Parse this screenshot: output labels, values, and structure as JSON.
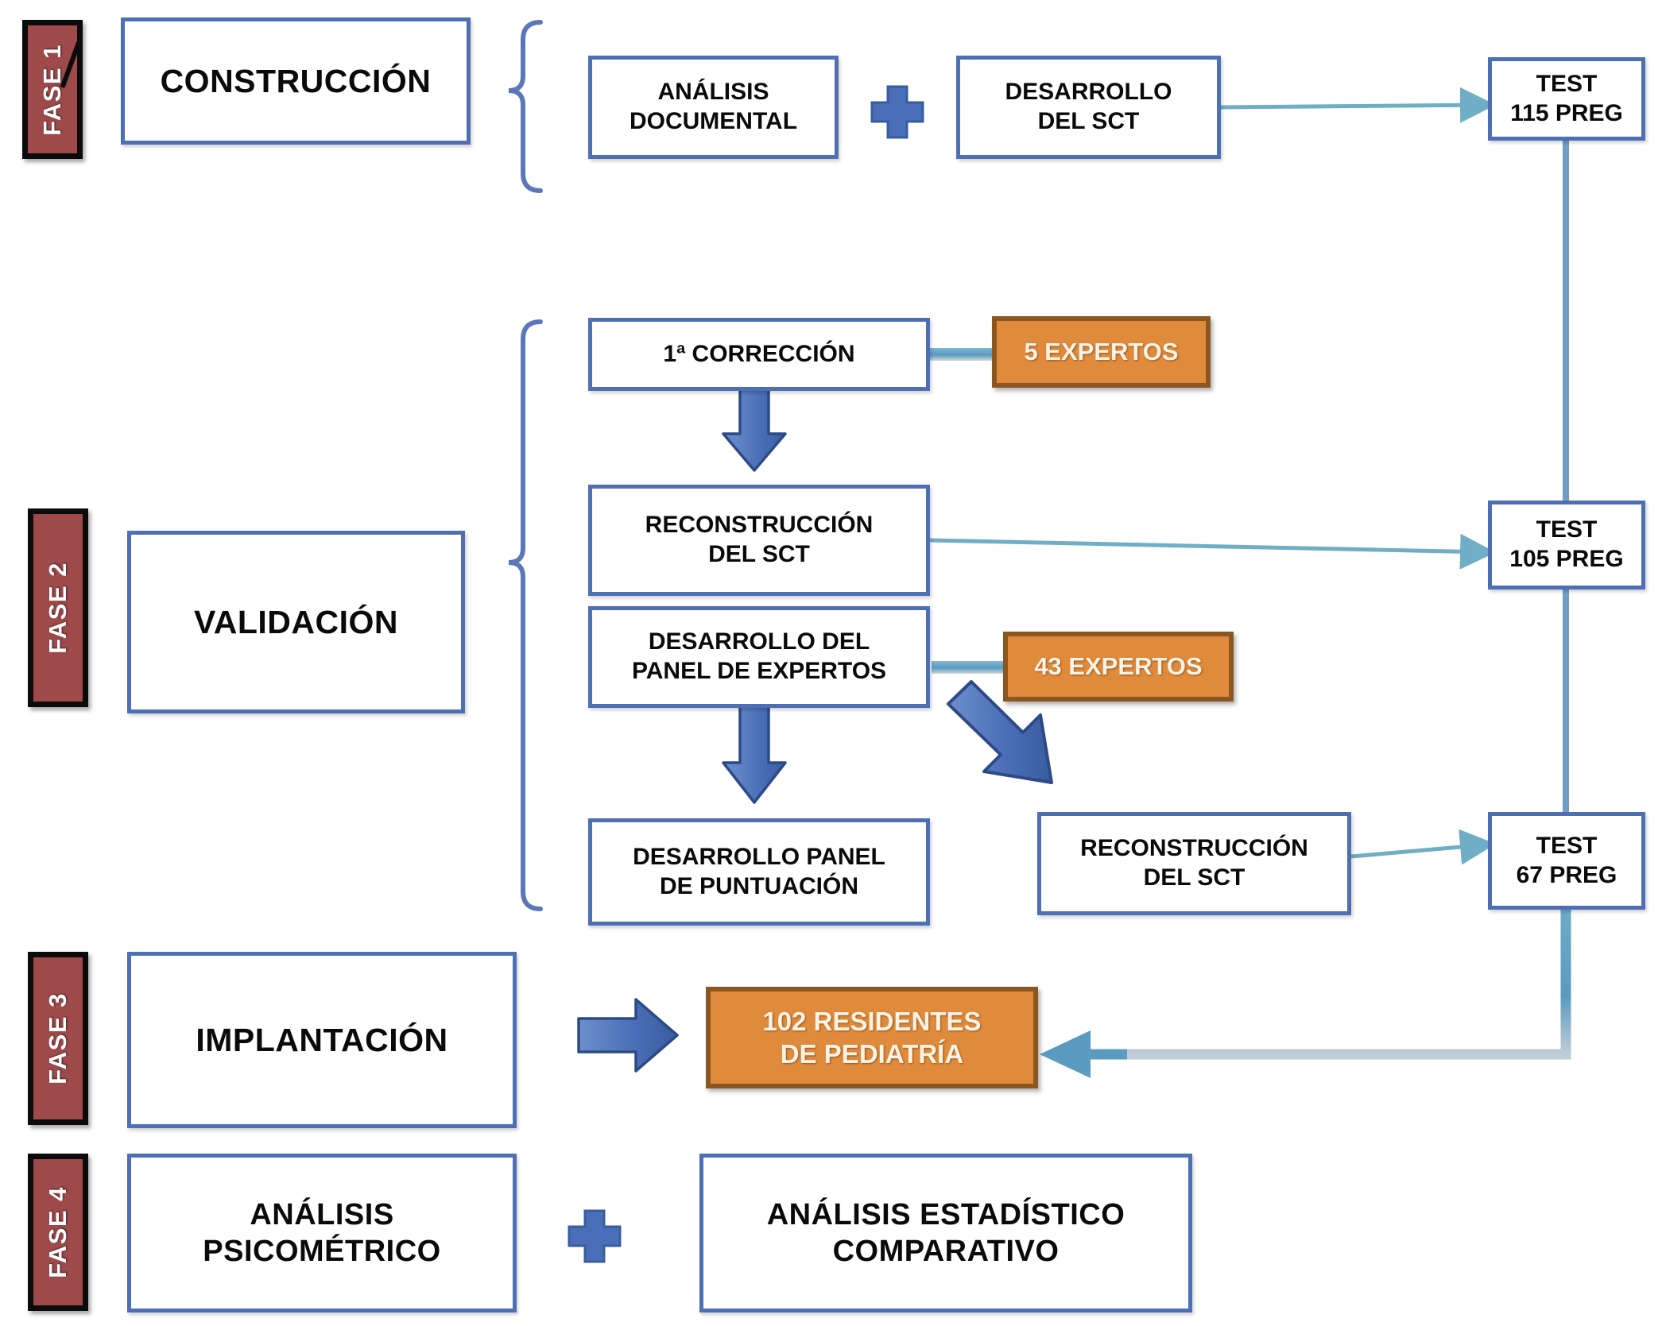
{
  "diagram": {
    "title_present": false,
    "colors": {
      "phase_tab_fill": "#9E4A4B",
      "phase_tab_border": "#0b0b0b",
      "box_border": "#4F6FB5",
      "box_fill": "#FFFFFF",
      "orange_fill": "#E08B3C",
      "orange_border": "#8A5723",
      "connector_teal": "#5B9BBF",
      "connector_thin": "#6FAEC4",
      "arrow_blue_fill": "#4A6FB8",
      "arrow_blue_stroke": "#2E4A86",
      "brace_blue": "#5B77B8",
      "plus_fill": "#4A6FB8"
    }
  },
  "phases": [
    {
      "id": "fase1",
      "label": "FASE 1",
      "title": "CONSTRUCCIÓN",
      "has_slash": true
    },
    {
      "id": "fase2",
      "label": "FASE 2",
      "title": "VALIDACIÓN",
      "has_slash": false
    },
    {
      "id": "fase3",
      "label": "FASE 3",
      "title": "IMPLANTACIÓN",
      "has_slash": false
    },
    {
      "id": "fase4",
      "label": "FASE 4",
      "title": "ANÁLISIS\nPSICOMÉTRICO",
      "has_slash": false
    }
  ],
  "phase1": {
    "tab_label": "FASE 1",
    "title": "CONSTRUCCIÓN",
    "step_analisis_line1": "ANÁLISIS",
    "step_analisis_line2": "DOCUMENTAL",
    "plus_icon": "plus-icon",
    "step_desarrollo_line1": "DESARROLLO",
    "step_desarrollo_line2": "DEL SCT"
  },
  "phase2": {
    "tab_label": "FASE 2",
    "title": "VALIDACIÓN",
    "step_correccion": "1ª CORRECCIÓN",
    "experts_5": "5 EXPERTOS",
    "step_reconstruccion_line1": "RECONSTRUCCIÓN",
    "step_reconstruccion_line2": "DEL SCT",
    "step_panel_line1": "DESARROLLO DEL",
    "step_panel_line2": "PANEL DE EXPERTOS",
    "experts_43": "43 EXPERTOS",
    "step_puntuacion_line1": "DESARROLLO PANEL",
    "step_puntuacion_line2": "DE PUNTUACIÓN",
    "step_reconstruccion2_line1": "RECONSTRUCCIÓN",
    "step_reconstruccion2_line2": "DEL SCT"
  },
  "phase3": {
    "tab_label": "FASE 3",
    "title": "IMPLANTACIÓN",
    "residents_line1": "102 RESIDENTES",
    "residents_line2": "DE PEDIATRÍA"
  },
  "phase4": {
    "tab_label": "FASE 4",
    "title_line1": "ANÁLISIS",
    "title_line2": "PSICOMÉTRICO",
    "plus_icon": "plus-icon",
    "second_line1": "ANÁLISIS ESTADÍSTICO",
    "second_line2": "COMPARATIVO"
  },
  "tests": [
    {
      "id": "test115",
      "line1": "TEST",
      "line2": "115 PREG"
    },
    {
      "id": "test105",
      "line1": "TEST",
      "line2": "105 PREG"
    },
    {
      "id": "test67",
      "line1": "TEST",
      "line2": "67 PREG"
    }
  ],
  "connectors": [
    {
      "from": "DESARROLLO DEL SCT",
      "to": "TEST 115 PREG",
      "style": "thin-arrow"
    },
    {
      "from": "TEST 115 PREG",
      "to": "TEST 105 PREG",
      "style": "vertical-line"
    },
    {
      "from": "RECONSTRUCCIÓN DEL SCT",
      "to": "TEST 105 PREG",
      "style": "thin-arrow"
    },
    {
      "from": "TEST 105 PREG",
      "to": "TEST 67 PREG",
      "style": "vertical-line"
    },
    {
      "from": "RECONSTRUCCIÓN DEL SCT (2)",
      "to": "TEST 67 PREG",
      "style": "thin-arrow"
    },
    {
      "from": "TEST 67 PREG",
      "to": "102 RESIDENTES DE PEDIATRÍA",
      "style": "thick-elbow-arrow"
    },
    {
      "from": "1ª CORRECCIÓN",
      "to": "5 EXPERTOS",
      "style": "thick-stub"
    },
    {
      "from": "DESARROLLO DEL PANEL DE EXPERTOS",
      "to": "43 EXPERTOS",
      "style": "thick-stub"
    },
    {
      "from": "1ª CORRECCIÓN",
      "to": "RECONSTRUCCIÓN DEL SCT",
      "style": "block-arrow-down"
    },
    {
      "from": "DESARROLLO DEL PANEL DE EXPERTOS",
      "to": "DESARROLLO PANEL DE PUNTUACIÓN",
      "style": "block-arrow-down"
    },
    {
      "from": "DESARROLLO DEL PANEL DE EXPERTOS",
      "to": "RECONSTRUCCIÓN DEL SCT (2)",
      "style": "block-arrow-diagonal"
    },
    {
      "from": "IMPLANTACIÓN",
      "to": "102 RESIDENTES DE PEDIATRÍA",
      "style": "block-arrow-right"
    }
  ]
}
